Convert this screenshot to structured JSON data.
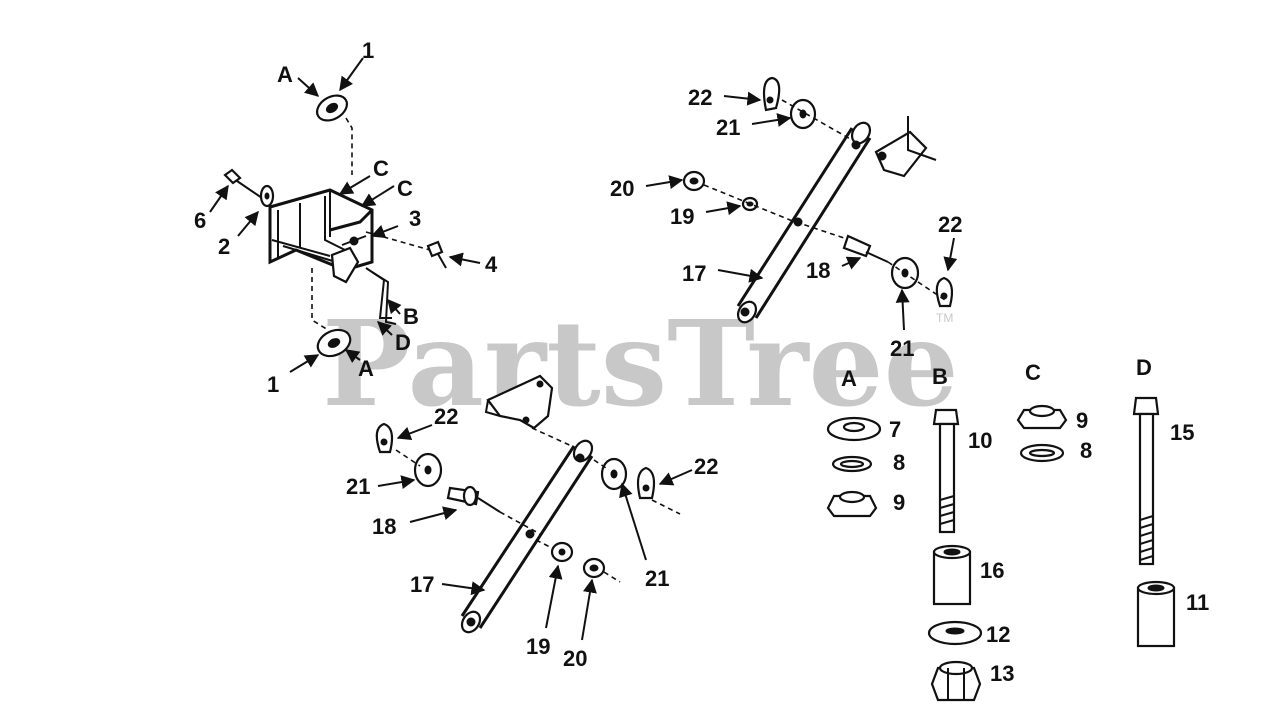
{
  "watermark": {
    "brand": "PartsTree",
    "trademark": "TM"
  },
  "callouts": {
    "c1a": "1",
    "c1b": "1",
    "c2": "2",
    "c3": "3",
    "c4": "4",
    "c6": "6",
    "A1": "A",
    "A2": "A",
    "B1": "B",
    "C1": "C",
    "C2": "C",
    "D1": "D",
    "r22a": "22",
    "r21a": "21",
    "r20": "20",
    "r19": "19",
    "r17": "17",
    "r18": "18",
    "r22b": "22",
    "r21b": "21",
    "l22a": "22",
    "l21a": "21",
    "l18": "18",
    "l17": "17",
    "l22b": "22",
    "l21b": "21",
    "l19": "19",
    "l20": "20"
  },
  "hardware_groups": {
    "A": {
      "header": "A",
      "parts": [
        "7",
        "8",
        "9"
      ]
    },
    "B": {
      "header": "B",
      "parts": [
        "10",
        "16",
        "12",
        "13"
      ]
    },
    "C": {
      "header": "C",
      "parts": [
        "9",
        "8"
      ]
    },
    "D": {
      "header": "D",
      "parts": [
        "15",
        "11"
      ]
    }
  }
}
